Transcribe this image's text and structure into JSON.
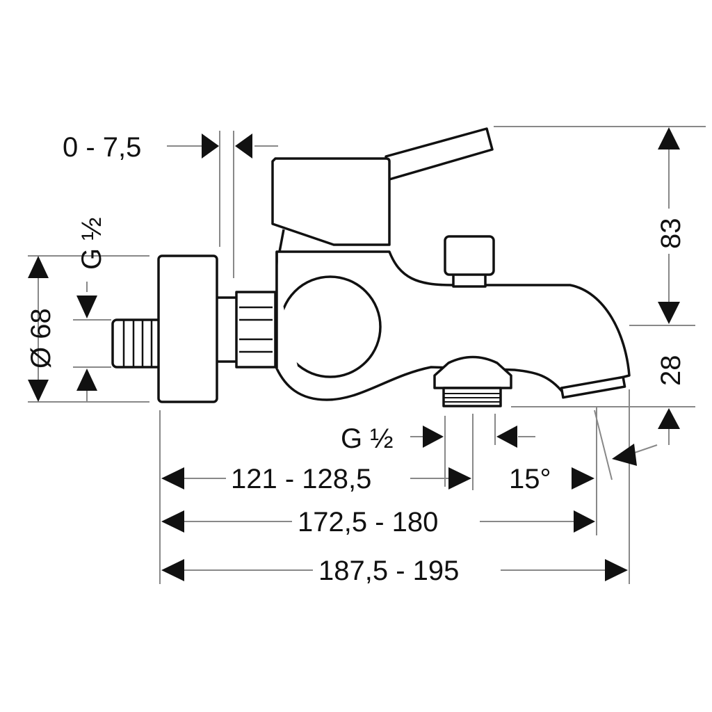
{
  "title": "Bath mixer dimension drawing",
  "dimensions": {
    "wall_offset": "0 - 7,5",
    "inlet_thread": "G ½",
    "flange_diameter": "Ø 68",
    "height_top": "83",
    "height_spout": "28",
    "outlet_thread": "G ½",
    "spout_angle": "15°",
    "length_outlet": "121 - 128,5",
    "length_spout": "172,5 - 180",
    "length_total": "187,5 - 195"
  },
  "colors": {
    "line": "#111111",
    "dimension_line": "#888888"
  }
}
